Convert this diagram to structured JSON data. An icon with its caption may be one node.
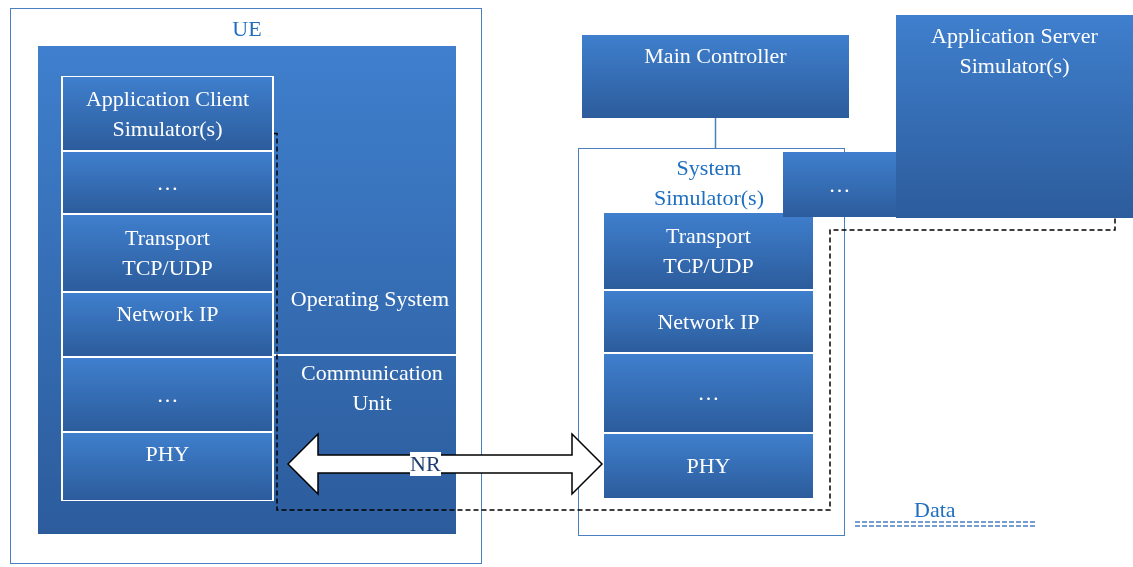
{
  "diagram": {
    "nodes": [
      {
        "text": [
          "UE"
        ]
      },
      {
        "text": [
          "Operating System",
          "Communication Unit"
        ],
        "in": 0
      },
      {
        "text": [
          "Application Client Simulator(s)"
        ],
        "in": 1
      },
      {
        "text": [
          "…"
        ],
        "in": 1
      },
      {
        "text": [
          "Transport TCP/UDP"
        ],
        "in": 1
      },
      {
        "text": [
          "Network IP"
        ],
        "in": 1
      },
      {
        "text": [
          "…"
        ],
        "in": 1
      },
      {
        "text": [
          "PHY"
        ],
        "in": 1
      },
      {
        "text": [
          "Main Controller"
        ]
      },
      {
        "text": [
          "System Simulator(s)"
        ]
      },
      {
        "text": [
          "…"
        ]
      },
      {
        "text": [
          "Application Server Simulator(s)"
        ]
      },
      {
        "text": [
          "Transport TCP/UDP"
        ],
        "in": 9
      },
      {
        "text": [
          "Network IP"
        ],
        "in": 9
      },
      {
        "text": [
          "…"
        ],
        "in": 9
      },
      {
        "text": [
          "PHY"
        ],
        "in": 9
      }
    ],
    "edges": [
      {
        "from": 8,
        "to": 9,
        "arrow": "none",
        "color": "#4a7fc0"
      },
      {
        "from": 1,
        "to": 15,
        "arrow": "both",
        "label": "NR",
        "style": "thick"
      },
      {
        "from": 2,
        "to": 11,
        "arrow": "none",
        "style": "dashed",
        "color": "#000000"
      }
    ],
    "legend": [
      {
        "text": "Data"
      }
    ]
  }
}
